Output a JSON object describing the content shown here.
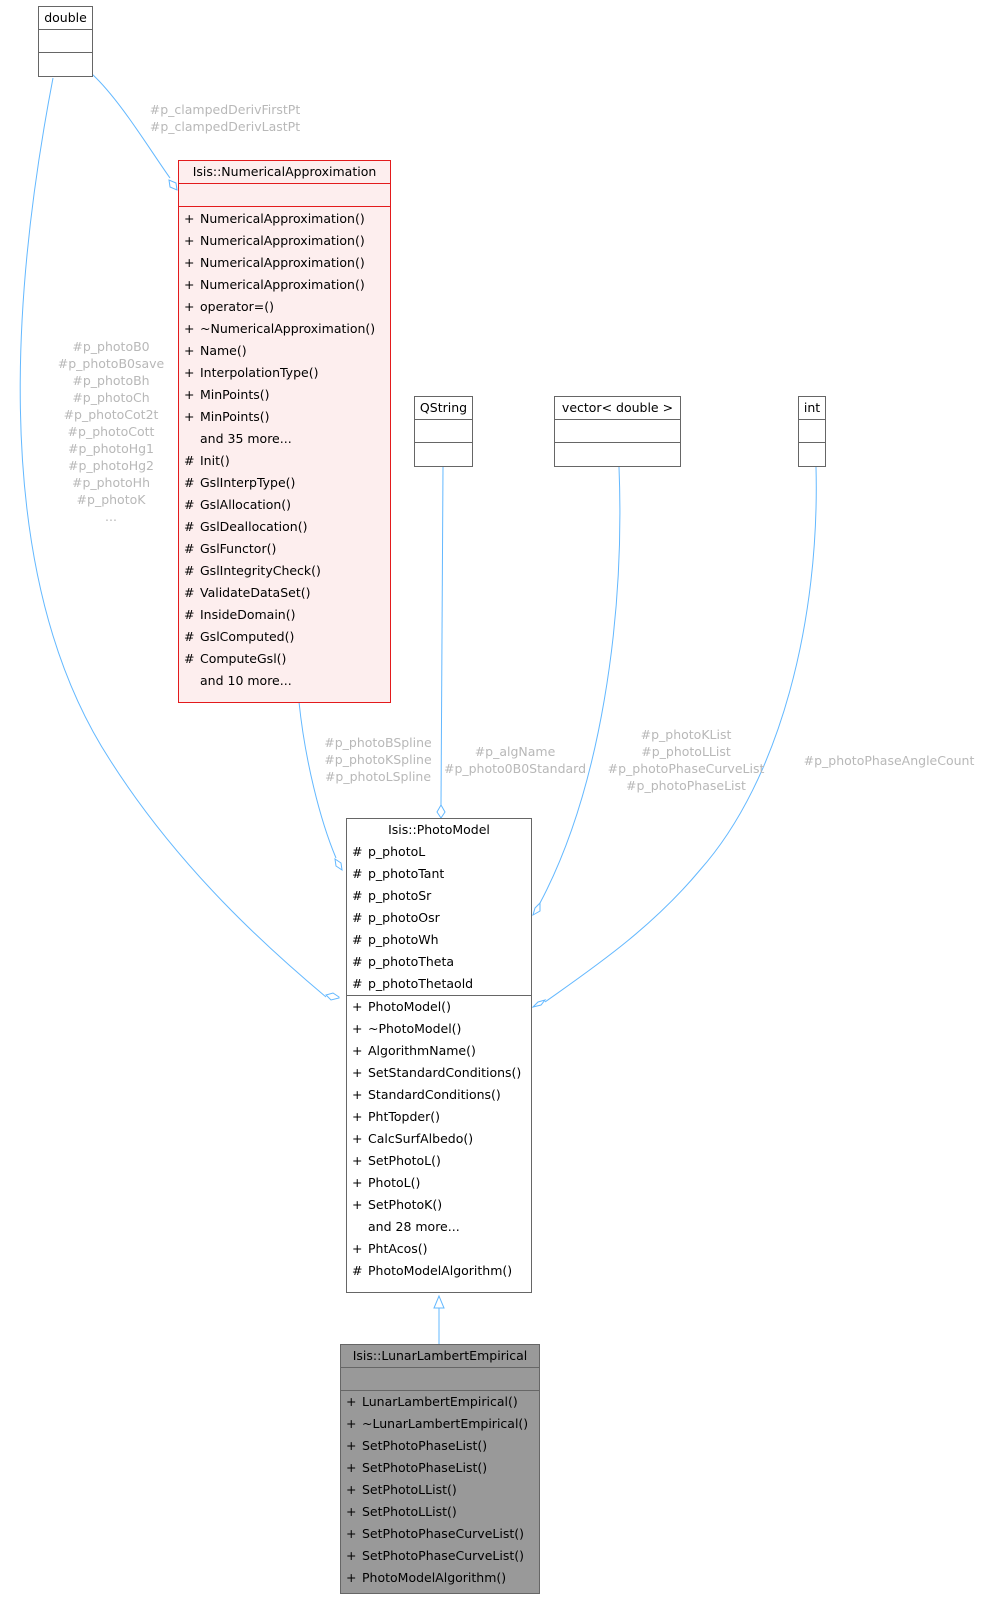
{
  "colors": {
    "edge": "#63b8ff",
    "border": "#666666",
    "highlight_border": "#e31a1c",
    "highlight_bg": "#fdeeee",
    "focus_bg": "#999999",
    "label": "#b8b8b8"
  },
  "nodes": {
    "double": {
      "title": "double"
    },
    "qstring": {
      "title": "QString"
    },
    "vector": {
      "title": "vector< double >"
    },
    "int": {
      "title": "int"
    },
    "numerical": {
      "title": "Isis::NumericalApproximation",
      "methods": [
        {
          "v": "+",
          "t": "NumericalApproximation()"
        },
        {
          "v": "+",
          "t": "NumericalApproximation()"
        },
        {
          "v": "+",
          "t": "NumericalApproximation()"
        },
        {
          "v": "+",
          "t": "NumericalApproximation()"
        },
        {
          "v": "+",
          "t": "operator=()"
        },
        {
          "v": "+",
          "t": "~NumericalApproximation()"
        },
        {
          "v": "+",
          "t": "Name()"
        },
        {
          "v": "+",
          "t": "InterpolationType()"
        },
        {
          "v": "+",
          "t": "MinPoints()"
        },
        {
          "v": "+",
          "t": "MinPoints()"
        },
        {
          "v": "",
          "t": "and 35 more..."
        },
        {
          "v": "#",
          "t": "Init()"
        },
        {
          "v": "#",
          "t": "GslInterpType()"
        },
        {
          "v": "#",
          "t": "GslAllocation()"
        },
        {
          "v": "#",
          "t": "GslDeallocation()"
        },
        {
          "v": "#",
          "t": "GslFunctor()"
        },
        {
          "v": "#",
          "t": "GslIntegrityCheck()"
        },
        {
          "v": "#",
          "t": "ValidateDataSet()"
        },
        {
          "v": "#",
          "t": "InsideDomain()"
        },
        {
          "v": "#",
          "t": "GslComputed()"
        },
        {
          "v": "#",
          "t": "ComputeGsl()"
        },
        {
          "v": "",
          "t": "and 10 more..."
        }
      ]
    },
    "photomodel": {
      "title": "Isis::PhotoModel",
      "attributes": [
        {
          "v": "#",
          "t": "p_photoL"
        },
        {
          "v": "#",
          "t": "p_photoTant"
        },
        {
          "v": "#",
          "t": "p_photoSr"
        },
        {
          "v": "#",
          "t": "p_photoOsr"
        },
        {
          "v": "#",
          "t": "p_photoWh"
        },
        {
          "v": "#",
          "t": "p_photoTheta"
        },
        {
          "v": "#",
          "t": "p_photoThetaold"
        }
      ],
      "methods": [
        {
          "v": "+",
          "t": "PhotoModel()"
        },
        {
          "v": "+",
          "t": "~PhotoModel()"
        },
        {
          "v": "+",
          "t": "AlgorithmName()"
        },
        {
          "v": "+",
          "t": "SetStandardConditions()"
        },
        {
          "v": "+",
          "t": "StandardConditions()"
        },
        {
          "v": "+",
          "t": "PhtTopder()"
        },
        {
          "v": "+",
          "t": "CalcSurfAlbedo()"
        },
        {
          "v": "+",
          "t": "SetPhotoL()"
        },
        {
          "v": "+",
          "t": "PhotoL()"
        },
        {
          "v": "+",
          "t": "SetPhotoK()"
        },
        {
          "v": "",
          "t": "and 28 more..."
        },
        {
          "v": "+",
          "t": "PhtAcos()"
        },
        {
          "v": "#",
          "t": "PhotoModelAlgorithm()"
        }
      ]
    },
    "lunar": {
      "title": "Isis::LunarLambertEmpirical",
      "methods": [
        {
          "v": "+",
          "t": "LunarLambertEmpirical()"
        },
        {
          "v": "+",
          "t": "~LunarLambertEmpirical()"
        },
        {
          "v": "+",
          "t": "SetPhotoPhaseList()"
        },
        {
          "v": "+",
          "t": "SetPhotoPhaseList()"
        },
        {
          "v": "+",
          "t": "SetPhotoLList()"
        },
        {
          "v": "+",
          "t": "SetPhotoLList()"
        },
        {
          "v": "+",
          "t": "SetPhotoPhaseCurveList()"
        },
        {
          "v": "+",
          "t": "SetPhotoPhaseCurveList()"
        },
        {
          "v": "+",
          "t": "PhotoModelAlgorithm()"
        }
      ]
    }
  },
  "edge_labels": {
    "clamped": [
      "#p_clampedDerivFirstPt",
      "#p_clampedDerivLastPt"
    ],
    "double_photo": [
      "#p_photoB0",
      "#p_photoB0save",
      "#p_photoBh",
      "#p_photoCh",
      "#p_photoCot2t",
      "#p_photoCott",
      "#p_photoHg1",
      "#p_photoHg2",
      "#p_photoHh",
      "#p_photoK",
      "..."
    ],
    "spline": [
      "#p_photoBSpline",
      "#p_photoKSpline",
      "#p_photoLSpline"
    ],
    "algname": [
      "#p_algName",
      "#p_photo0B0Standard"
    ],
    "lists": [
      "#p_photoKList",
      "#p_photoLList",
      "#p_photoPhaseCurveList",
      "#p_photoPhaseList"
    ],
    "phasecount": [
      "#p_photoPhaseAngleCount"
    ]
  }
}
